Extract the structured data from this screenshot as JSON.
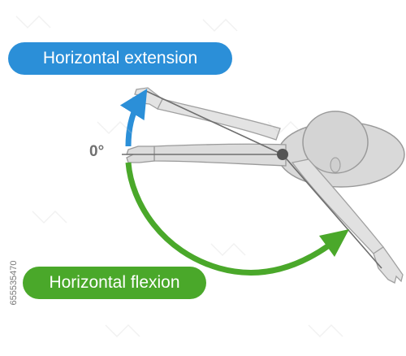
{
  "labels": {
    "horizontal_extension": "Horizontal extension",
    "horizontal_flexion": "Horizontal flexion",
    "zero_degree": "0°"
  },
  "stock_id": "655535470",
  "colors": {
    "extension": "#2b8fd8",
    "flexion": "#4aa82a",
    "body_fill": "#d9d9d9",
    "body_stroke": "#9a9a9a",
    "axis_line": "#6e6e6e",
    "pivot": "#555555"
  },
  "watermark": "stock watermark pattern"
}
